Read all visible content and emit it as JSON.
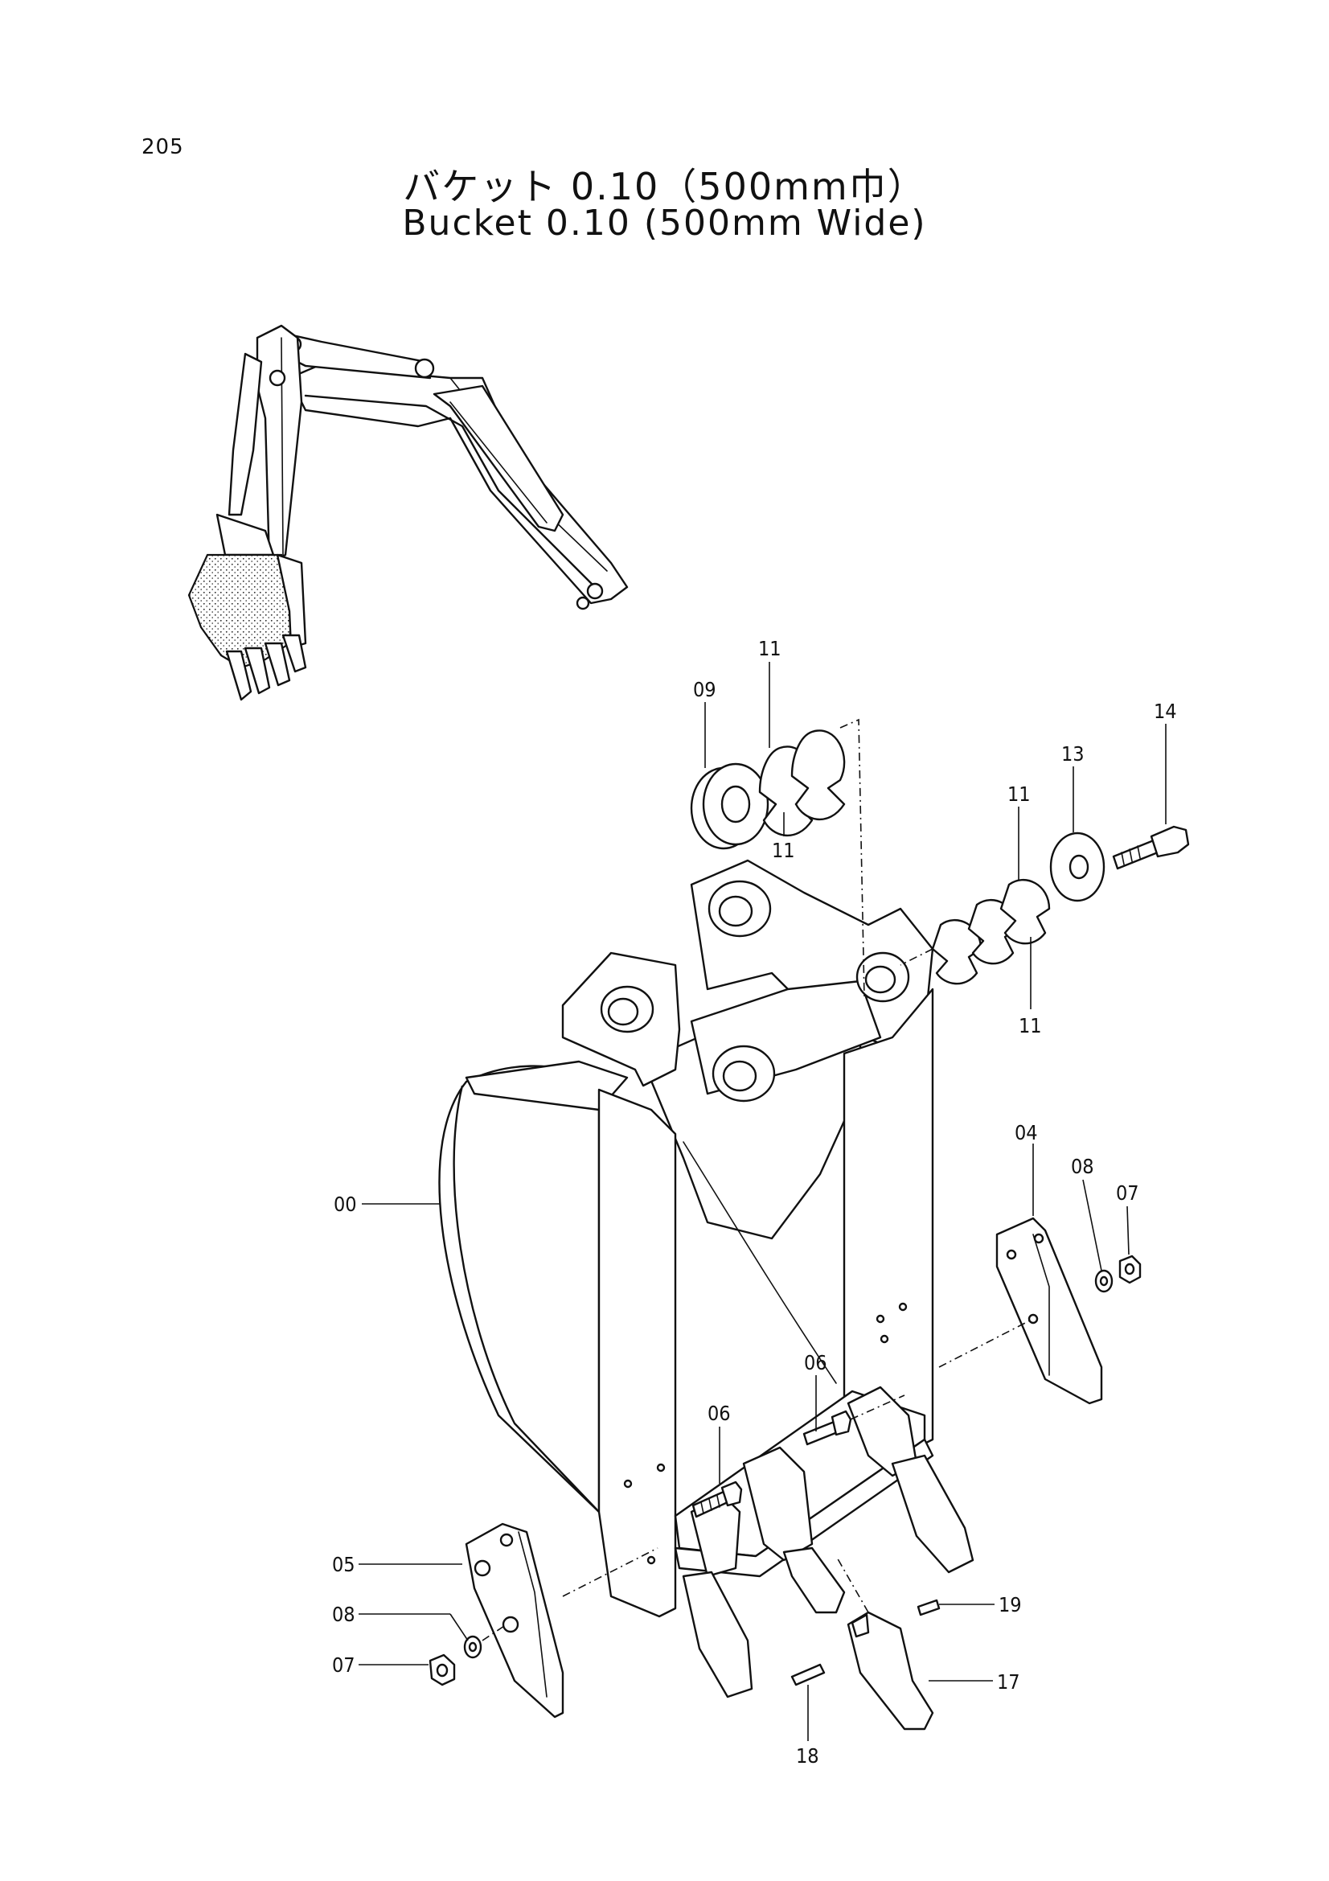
{
  "page": {
    "number": "205",
    "title_jp": "バケット 0.10（500mm巾）",
    "title_en": "Bucket 0.10 (500mm Wide)"
  },
  "callouts": {
    "c00": "00",
    "c04": "04",
    "c05": "05",
    "c06a": "06",
    "c06b": "06",
    "c07a": "07",
    "c07b": "07",
    "c08a": "08",
    "c08b": "08",
    "c09": "09",
    "c11a": "11",
    "c11b": "11",
    "c11c": "11",
    "c11d": "11",
    "c13": "13",
    "c14": "14",
    "c17": "17",
    "c18": "18",
    "c19": "19"
  }
}
